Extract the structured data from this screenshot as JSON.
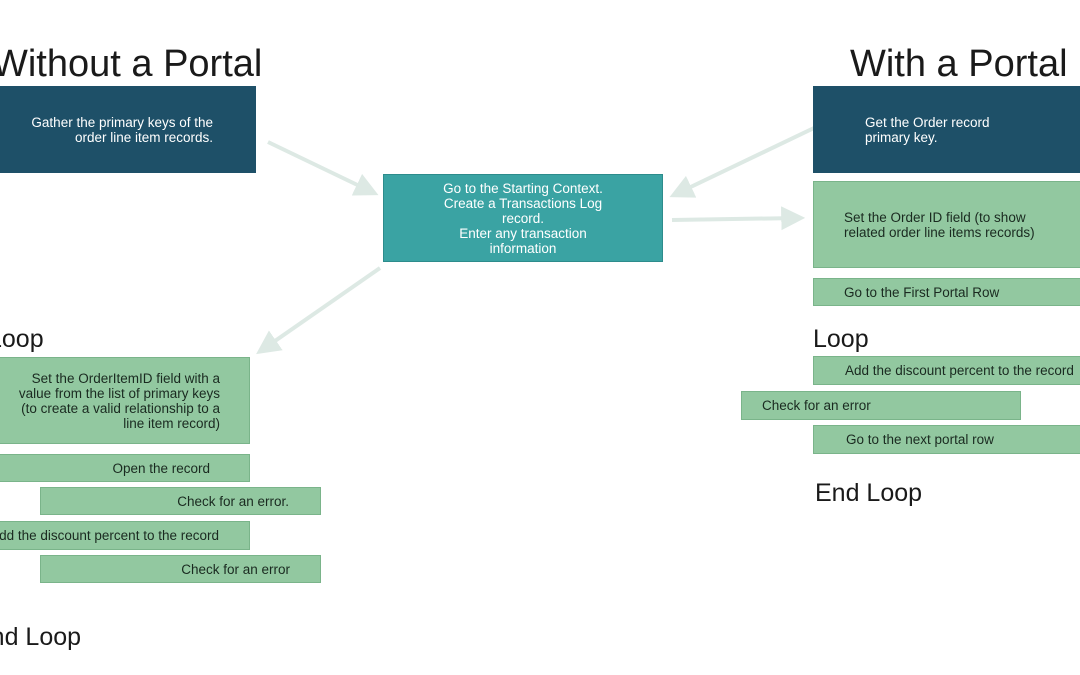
{
  "left": {
    "title": "Without a Portal",
    "gather_box": "Gather the primary keys of the\norder line item records.",
    "loop_label": "Loop",
    "set_item_box": "Set the OrderItemID field with a\nvalue from the list of primary keys\n(to create a valid relationship to a\nline item record)",
    "open_record_box": "Open the record",
    "check_error_1_box": "Check for an error.",
    "add_discount_box": "Add the discount percent to the record",
    "check_error_2_box": "Check for an error",
    "end_loop_label": "End Loop"
  },
  "center": {
    "context_box": "Go to the Starting Context.\nCreate a Transactions Log\nrecord.\nEnter any transaction\ninformation"
  },
  "right": {
    "title": "With a Portal",
    "get_key_box": "Get the Order record\nprimary key.",
    "set_order_box": "Set the Order ID field (to show\nrelated order line items records)",
    "first_row_box": "Go to the First Portal Row",
    "loop_label": "Loop",
    "add_discount_box": "Add the discount percent to the record",
    "check_error_box": "Check for an error",
    "next_row_box": "Go to the next portal row",
    "end_loop_label": "End Loop"
  },
  "colors": {
    "dark_box": "#1e5068",
    "teal_box": "#3aa3a3",
    "green_box": "#92c8a0",
    "arrow": "#dde9e4"
  }
}
